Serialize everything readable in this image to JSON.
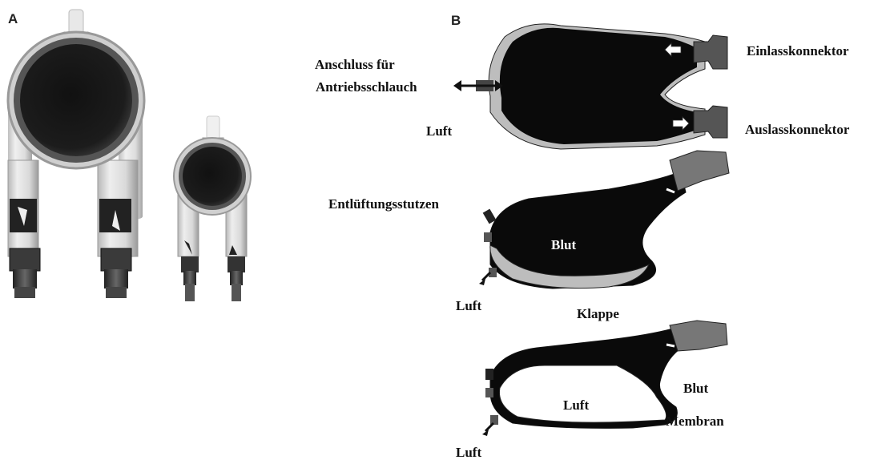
{
  "panels": {
    "a": "A",
    "b": "B"
  },
  "labels": {
    "anschluss_line1": "Anschluss für",
    "anschluss_line2": "Antriebsschlauch",
    "einlass": "Einlasskonnektor",
    "auslass": "Auslasskonnektor",
    "luft_top": "Luft",
    "entlueftung": "Entlüftungsstutzen",
    "blut_mid": "Blut",
    "luft_mid": "Luft",
    "klappe": "Klappe",
    "blut_bottom": "Blut",
    "luft_bottom_inner": "Luft",
    "membran": "Membran",
    "luft_bottom": "Luft"
  }
}
